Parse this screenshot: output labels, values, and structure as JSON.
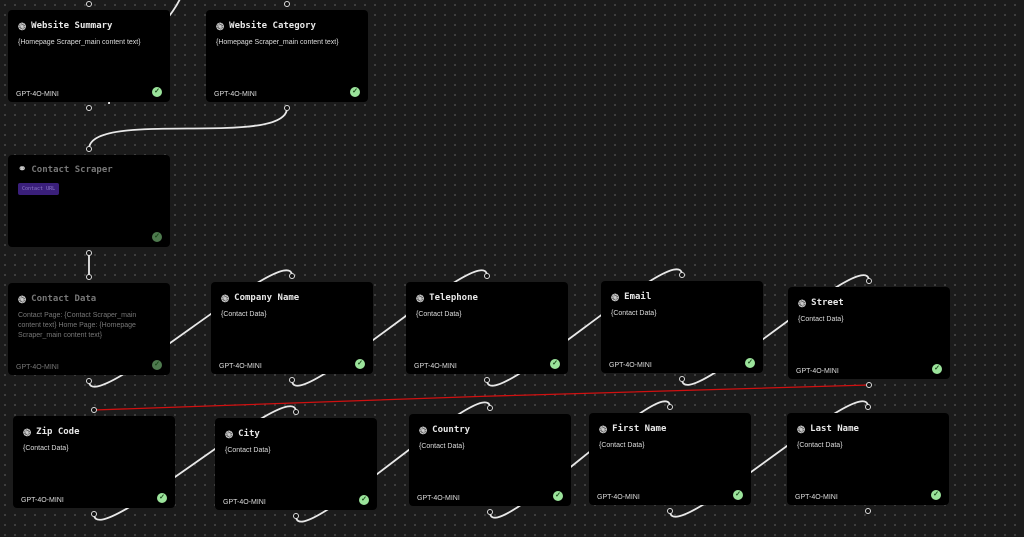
{
  "nodes": [
    {
      "id": "website-summary",
      "title": "Website Summary",
      "icon": "openai-icon",
      "body": "{Homepage Scraper_main content text}",
      "model": "GPT-4O-MINI",
      "status": "complete"
    },
    {
      "id": "website-category",
      "title": "Website Category",
      "icon": "openai-icon",
      "body": "{Homepage Scraper_main content text}",
      "model": "GPT-4O-MINI",
      "status": "complete"
    },
    {
      "id": "contact-scraper",
      "title": "Contact Scraper",
      "icon": "link-icon",
      "badge": "Contact URL",
      "status": "complete"
    },
    {
      "id": "contact-data",
      "title": "Contact Data",
      "icon": "openai-icon",
      "body": "Contact Page: {Contact Scraper_main content text} Home Page: {Homepage Scraper_main content text}",
      "model": "GPT-4O-MINI",
      "status": "complete"
    },
    {
      "id": "company-name",
      "title": "Company Name",
      "icon": "openai-icon",
      "body": "{Contact Data}",
      "model": "GPT-4O-MINI",
      "status": "complete"
    },
    {
      "id": "telephone",
      "title": "Telephone",
      "icon": "openai-icon",
      "body": "{Contact Data}",
      "model": "GPT-4O-MINI",
      "status": "complete"
    },
    {
      "id": "email",
      "title": "Email",
      "icon": "openai-icon",
      "body": "{Contact Data}",
      "model": "GPT-4O-MINI",
      "status": "complete"
    },
    {
      "id": "street",
      "title": "Street",
      "icon": "openai-icon",
      "body": "{Contact Data}",
      "model": "GPT-4O-MINI",
      "status": "complete"
    },
    {
      "id": "zip-code",
      "title": "Zip Code",
      "icon": "openai-icon",
      "body": "{Contact Data}",
      "model": "GPT-4O-MINI",
      "status": "complete"
    },
    {
      "id": "city",
      "title": "City",
      "icon": "openai-icon",
      "body": "{Contact Data}",
      "model": "GPT-4O-MINI",
      "status": "complete"
    },
    {
      "id": "country",
      "title": "Country",
      "icon": "openai-icon",
      "body": "{Contact Data}",
      "model": "GPT-4O-MINI",
      "status": "complete"
    },
    {
      "id": "first-name",
      "title": "First Name",
      "icon": "openai-icon",
      "body": "{Contact Data}",
      "model": "GPT-4O-MINI",
      "status": "complete"
    },
    {
      "id": "last-name",
      "title": "Last Name",
      "icon": "openai-icon",
      "body": "{Contact Data}",
      "model": "GPT-4O-MINI",
      "status": "complete"
    }
  ],
  "colors": {
    "selected_wire": "#d01010",
    "wire": "#e8e8e8",
    "check": "#9be39b",
    "badge": "#3a1f7a"
  }
}
